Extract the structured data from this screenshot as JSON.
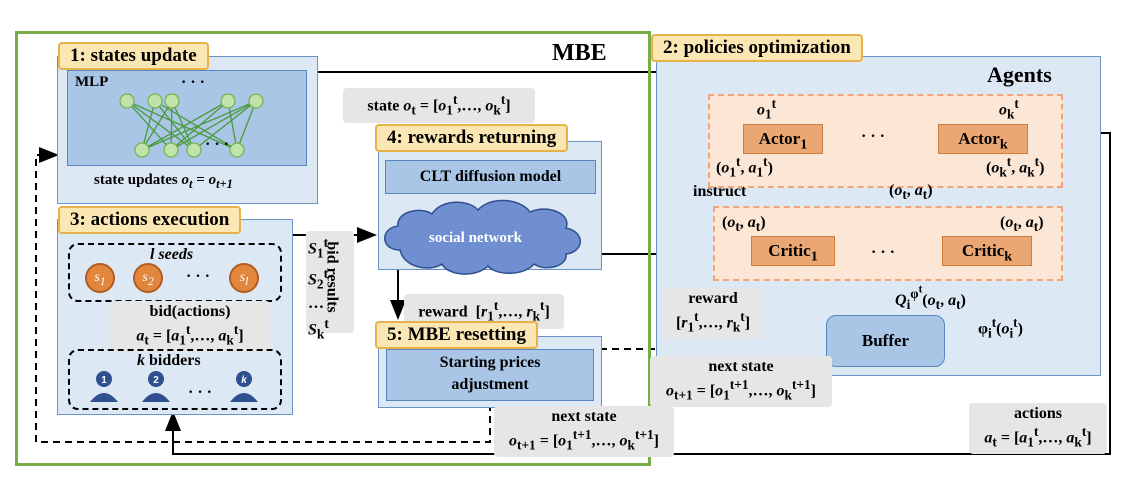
{
  "mbe": {
    "title": "MBE"
  },
  "agents": {
    "title": "Agents"
  },
  "sections": {
    "states_update": "1:  states update",
    "policies_optimization": "2:  policies optimization",
    "actions_execution": "3:  actions execution",
    "rewards_returning": "4:  rewards returning",
    "mbe_resetting": "5:  MBE resetting"
  },
  "mlp": {
    "label": "MLP",
    "dots_top": "· · ·",
    "dots_bottom": "· · ·"
  },
  "state_update_label": "state updates o_t = o_{t+1}",
  "state_label": "state o_t = [o_1^t,…, o_k^t]",
  "clt": {
    "label": "CLT diffusion model"
  },
  "social_network": {
    "label": "social network"
  },
  "seeds": {
    "title": "l seeds",
    "items": [
      "s1",
      "s2",
      "sl"
    ],
    "dots": "· · ·"
  },
  "bid_actions": {
    "line1": "bid(actions)",
    "line2": "a_t = [a_1^t,…, a_k^t]"
  },
  "bidders": {
    "title": "k bidders",
    "items": [
      "1",
      "2",
      "k"
    ],
    "dots": "· · ·"
  },
  "bid_results": {
    "items": [
      "S_1^t",
      "S_2^t",
      "…",
      "S_k^t"
    ],
    "label": "bid results"
  },
  "reward_inner": "reward  [r_1^t,…, r_k^t]",
  "starting_prices": {
    "line1": "Starting prices",
    "line2": "adjustment"
  },
  "next_state_bottom": {
    "line1": "next state",
    "line2": "o_{t+1} = [o_1^{t+1},…, o_k^{t+1}]"
  },
  "next_state_mid": {
    "line1": "next state",
    "line2": "o_{t+1} = [o_1^{t+1},…, o_k^{t+1}]"
  },
  "reward_outer": {
    "line1": "reward",
    "line2": "[r_1^t,…, r_k^t]"
  },
  "actors": {
    "left": "Actor",
    "right": "Actor",
    "left_sub": "1",
    "right_sub": "k",
    "dots": "· · ·",
    "o1": "o_1^t",
    "ok": "o_k^t",
    "pair1": "(o_1^t, a_1^t)",
    "pairk": "(o_k^t, a_k^t)"
  },
  "critics": {
    "left": "Critic",
    "right": "Critic",
    "left_sub": "1",
    "right_sub": "k",
    "dots": "· · ·",
    "pair": "(o_t, a_t)"
  },
  "joint_pair": "(o_t, a_t)",
  "instruct": "instruct",
  "q_label": "Q_i^{φ^t}(o_t, a_t)",
  "phi_label": "φ_i^t(o_i^t)",
  "buffer": {
    "label": "Buffer"
  },
  "actions_label": {
    "line1": "actions",
    "line2": "a_t = [a_1^t,…, a_k^t]"
  },
  "colors": {
    "mbe_border": "#77ac47",
    "panel": "#dde8f5",
    "block": "#a9c6e7",
    "tag": "#fbe7b3",
    "agent_box": "#eba773",
    "agent_group": "#fce6d6",
    "seed": "#e2853d",
    "bidder": "#2f4f8f"
  }
}
